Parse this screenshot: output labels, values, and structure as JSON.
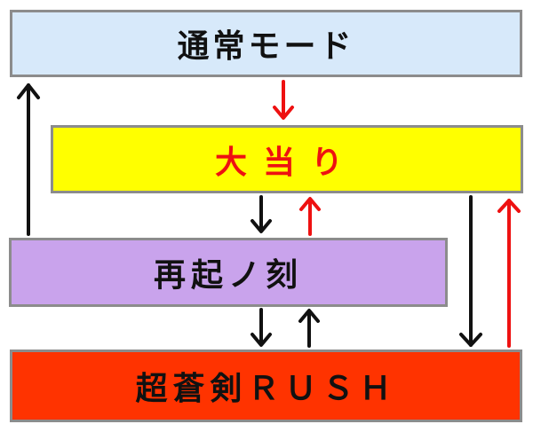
{
  "nodes": {
    "normal_mode": "通常モード",
    "jackpot": "大当り",
    "resurrection": "再起ノ刻",
    "rush": "超蒼剣ＲＵＳＨ"
  },
  "colors": {
    "normal_mode_bg": "#d7e9fa",
    "jackpot_bg": "#ffff00",
    "jackpot_text": "#ee1111",
    "resurrection_bg": "#c9a3ec",
    "rush_bg": "#ff3300",
    "arrow_black": "#111111",
    "arrow_red": "#ee1111"
  },
  "edges": [
    {
      "from": "normal_mode",
      "to": "jackpot",
      "color": "red"
    },
    {
      "from": "jackpot",
      "to": "resurrection",
      "color": "black"
    },
    {
      "from": "resurrection",
      "to": "jackpot",
      "color": "red"
    },
    {
      "from": "resurrection",
      "to": "normal_mode",
      "color": "black"
    },
    {
      "from": "resurrection",
      "to": "rush",
      "color": "black"
    },
    {
      "from": "rush",
      "to": "resurrection",
      "color": "black"
    },
    {
      "from": "jackpot",
      "to": "rush",
      "color": "black"
    },
    {
      "from": "rush",
      "to": "jackpot",
      "color": "red"
    }
  ]
}
